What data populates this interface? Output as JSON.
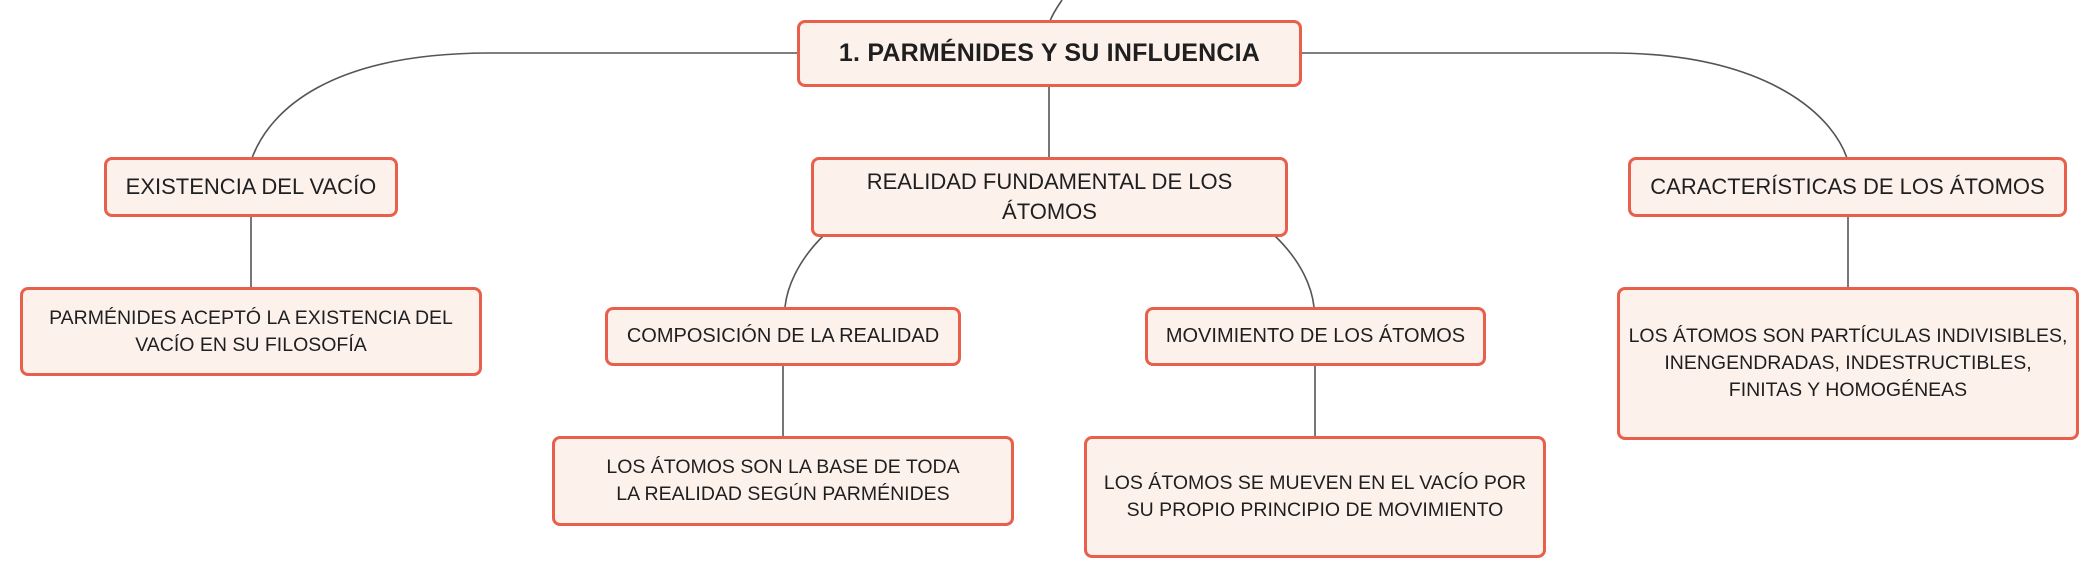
{
  "theme": {
    "node_fill": "#fdf1ec",
    "node_border": "#e8604c",
    "line_color": "#555555",
    "text_color": "#1f1f1f"
  },
  "root": {
    "label": "1. PARMÉNIDES Y SU INFLUENCIA"
  },
  "branches": {
    "vacio": {
      "label": "EXISTENCIA DEL VACÍO",
      "detail": "PARMÉNIDES ACEPTÓ LA EXISTENCIA DEL VACÍO EN SU FILOSOFÍA"
    },
    "realidad": {
      "label": "REALIDAD FUNDAMENTAL DE LOS ÁTOMOS",
      "composicion": {
        "label": "COMPOSICIÓN DE LA REALIDAD",
        "detail": "LOS ÁTOMOS SON LA BASE DE TODA LA REALIDAD SEGÚN PARMÉNIDES"
      },
      "movimiento": {
        "label": "MOVIMIENTO DE LOS ÁTOMOS",
        "detail": "LOS ÁTOMOS SE MUEVEN EN EL VACÍO POR SU PROPIO PRINCIPIO DE MOVIMIENTO"
      }
    },
    "caracteristicas": {
      "label": "CARACTERÍSTICAS DE LOS ÁTOMOS",
      "detail": "LOS ÁTOMOS SON PARTÍCULAS INDIVISIBLES, INENGENDRADAS, INDESTRUCTIBLES, FINITAS Y HOMOGÉNEAS"
    }
  }
}
